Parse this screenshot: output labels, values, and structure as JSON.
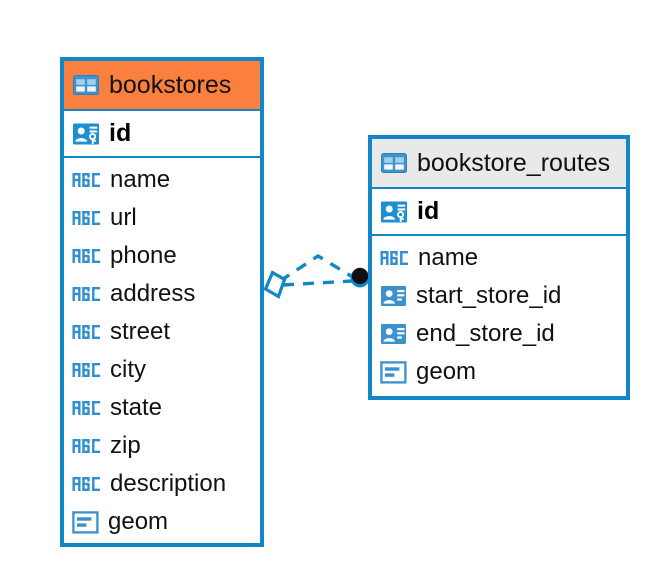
{
  "diagram": {
    "type": "entity-relationship-diagram",
    "background_color": "#ffffff",
    "accent_color": "#1287c8",
    "highlight_color": "#fb8040",
    "header_plain_color": "#e9e9e9"
  },
  "entities": [
    {
      "name": "bookstores",
      "header_style": "accent",
      "table_icon": "table-icon",
      "primary_key": {
        "label": "id",
        "icon": "primary-key-icon"
      },
      "fields": [
        {
          "label": "name",
          "icon": "text-type-icon"
        },
        {
          "label": "url",
          "icon": "text-type-icon"
        },
        {
          "label": "phone",
          "icon": "text-type-icon"
        },
        {
          "label": "address",
          "icon": "text-type-icon"
        },
        {
          "label": "street",
          "icon": "text-type-icon"
        },
        {
          "label": "city",
          "icon": "text-type-icon"
        },
        {
          "label": "state",
          "icon": "text-type-icon"
        },
        {
          "label": "zip",
          "icon": "text-type-icon"
        },
        {
          "label": "description",
          "icon": "text-type-icon"
        },
        {
          "label": "geom",
          "icon": "geometry-type-icon"
        }
      ]
    },
    {
      "name": "bookstore_routes",
      "header_style": "plain",
      "table_icon": "table-icon",
      "primary_key": {
        "label": "id",
        "icon": "primary-key-icon"
      },
      "fields": [
        {
          "label": "name",
          "icon": "text-type-icon"
        },
        {
          "label": "start_store_id",
          "icon": "foreign-key-icon"
        },
        {
          "label": "end_store_id",
          "icon": "foreign-key-icon"
        },
        {
          "label": "geom",
          "icon": "geometry-type-icon"
        }
      ]
    }
  ],
  "relationship": {
    "from_entity": "bookstores",
    "to_entity": "bookstore_routes",
    "from_marker": "crows-foot-marker",
    "to_marker": "filled-circle-marker",
    "line_style": "dashed",
    "line_color": "#1287c8"
  }
}
